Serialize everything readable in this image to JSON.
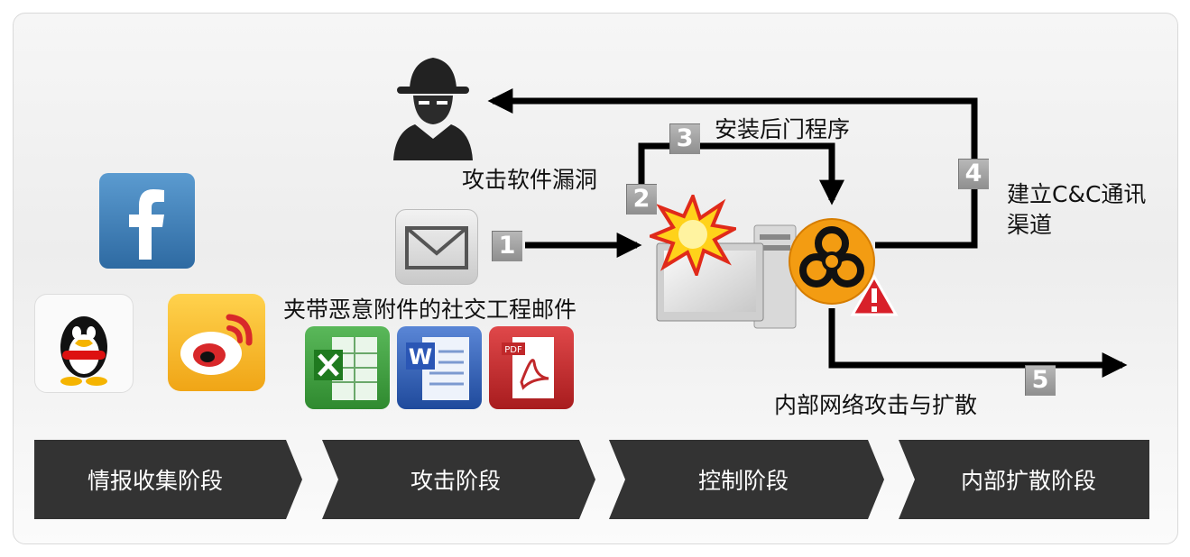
{
  "labels": {
    "exploit": "攻击软件漏洞",
    "backdoor": "安装后门程序",
    "cc_line1": "建立C&C通讯",
    "cc_line2": "渠道",
    "email": "夹带恶意附件的社交工程邮件",
    "spread": "内部网络攻击与扩散"
  },
  "steps": [
    "1",
    "2",
    "3",
    "4",
    "5"
  ],
  "stages": [
    "情报收集阶段",
    "攻击阶段",
    "控制阶段",
    "内部扩散阶段"
  ],
  "file_icons": {
    "word_letter": "W",
    "pdf_text": "PDF"
  },
  "colors": {
    "arrow": "#000000",
    "stage_bar": "#333333",
    "step_box": "#a0a0a0",
    "biohazard_orange": "#f39c12",
    "facebook_blue": "#3f7fb5",
    "excel_green": "#3c9b3c",
    "word_blue": "#2f5fb0",
    "pdf_red": "#c0282a"
  }
}
